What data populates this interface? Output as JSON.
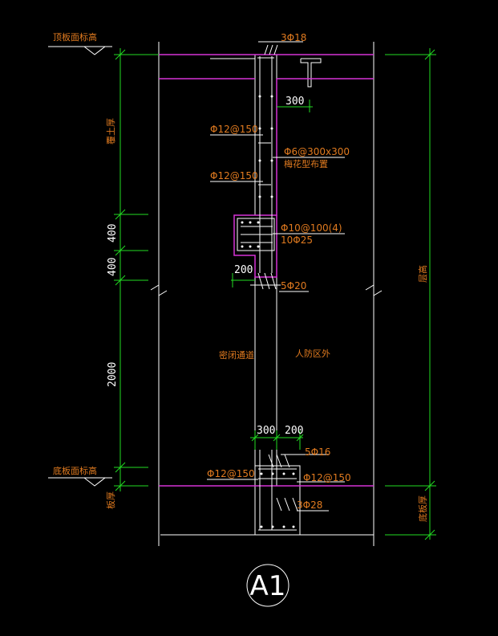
{
  "colors": {
    "background": "#000000",
    "outline": "#ffffff",
    "slab": "#d633d6",
    "dimension": "#22dd22",
    "annotation": "#e07a1f",
    "rebar": "#ffffff"
  },
  "labels": {
    "top_slab_elev": "顶板面标高",
    "bottom_slab_elev": "底板面标高",
    "cover_soil": "覆土厚",
    "floor_height": "层高",
    "slab_thickness_left": "板厚",
    "slab_thickness_right": "底板厚",
    "airtight_passage": "密闭通道",
    "outside_civil_defense": "人防区外"
  },
  "rebar_notes": {
    "top_bars": "3Φ18",
    "wall_bars_upper": "Φ12@150",
    "tie_bars": "Φ6@300x300",
    "tie_bars_note": "梅花型布置",
    "wall_bars_lower": "Φ12@150",
    "stirrups": "Φ10@100(4)",
    "beam_main": "10Φ25",
    "beam_bottom": "5Φ20",
    "base_top": "5Φ16",
    "base_left": "Φ12@150",
    "base_right": "Φ12@150",
    "base_bottom": "3Φ28"
  },
  "dimensions": {
    "wall_thick_upper": "300",
    "beam_depth_1": "400",
    "beam_depth_2": "400",
    "beam_ext": "200",
    "lower_height": "2000",
    "base_width": "300",
    "base_ext": "200"
  },
  "section_label": "A1"
}
